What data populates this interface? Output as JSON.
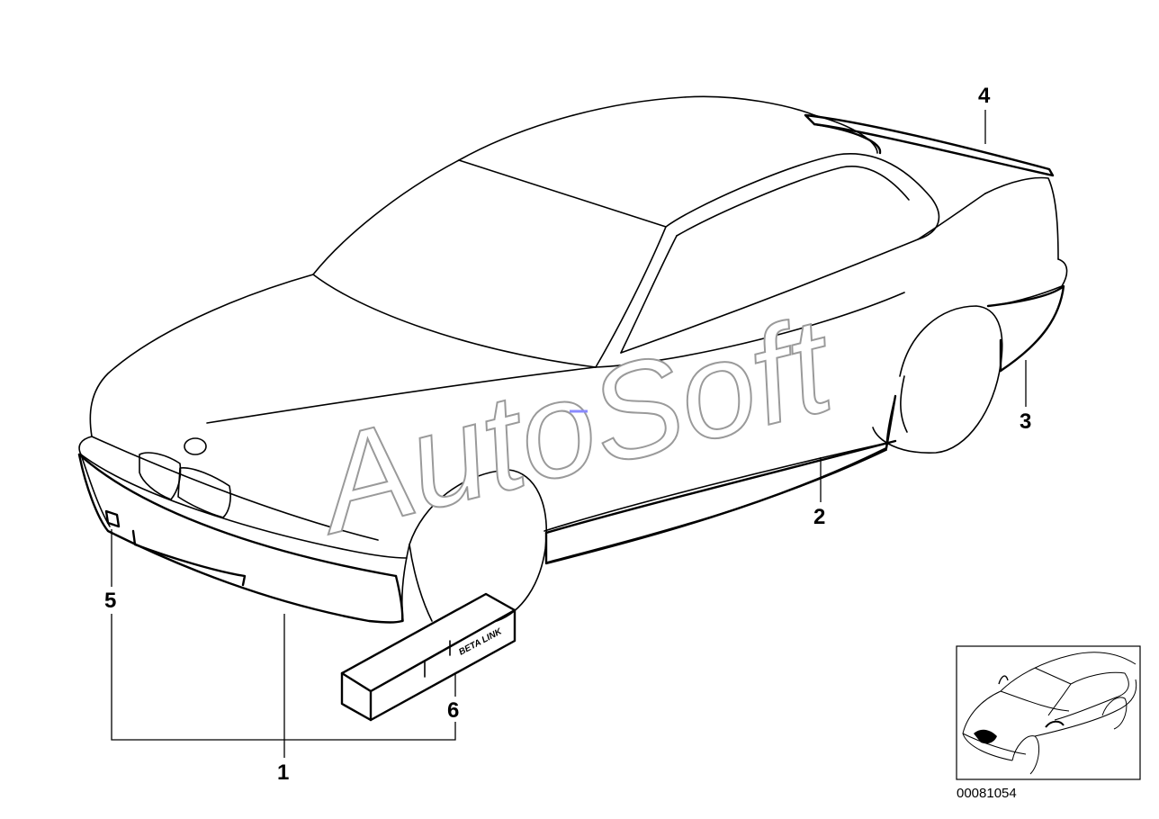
{
  "diagram": {
    "callouts": [
      {
        "id": "1",
        "label": "1"
      },
      {
        "id": "2",
        "label": "2"
      },
      {
        "id": "3",
        "label": "3"
      },
      {
        "id": "4",
        "label": "4"
      },
      {
        "id": "5",
        "label": "5"
      },
      {
        "id": "6",
        "label": "6"
      }
    ],
    "watermark_text": "AutoSoft",
    "box_label": "BETA LINK",
    "diagram_number": "00081054"
  },
  "colors": {
    "line": "#000000",
    "watermark_outline": "#9a9a9a",
    "marker": "#8a8aff"
  }
}
